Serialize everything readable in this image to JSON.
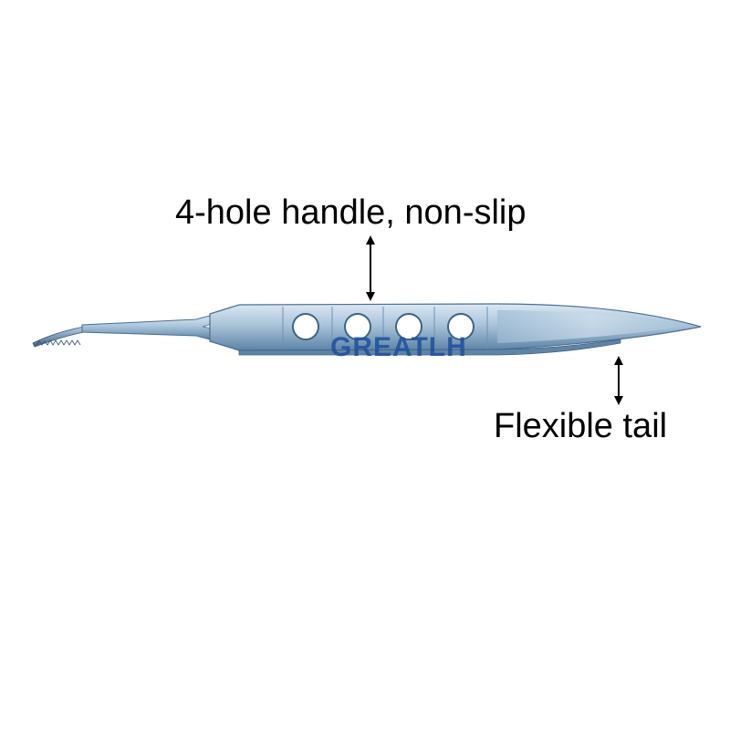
{
  "annotations": {
    "handle_label": "4-hole handle, non-slip",
    "tail_label": "Flexible tail"
  },
  "watermark": "GREATLH",
  "product": {
    "icon": "forceps-icon",
    "hole_count": 4,
    "colors": {
      "metal_light": "#c9dcea",
      "metal_mid": "#8fb0cc",
      "metal_dark": "#4f7396",
      "watermark": "#1f4f9e",
      "background": "#ffffff"
    }
  }
}
